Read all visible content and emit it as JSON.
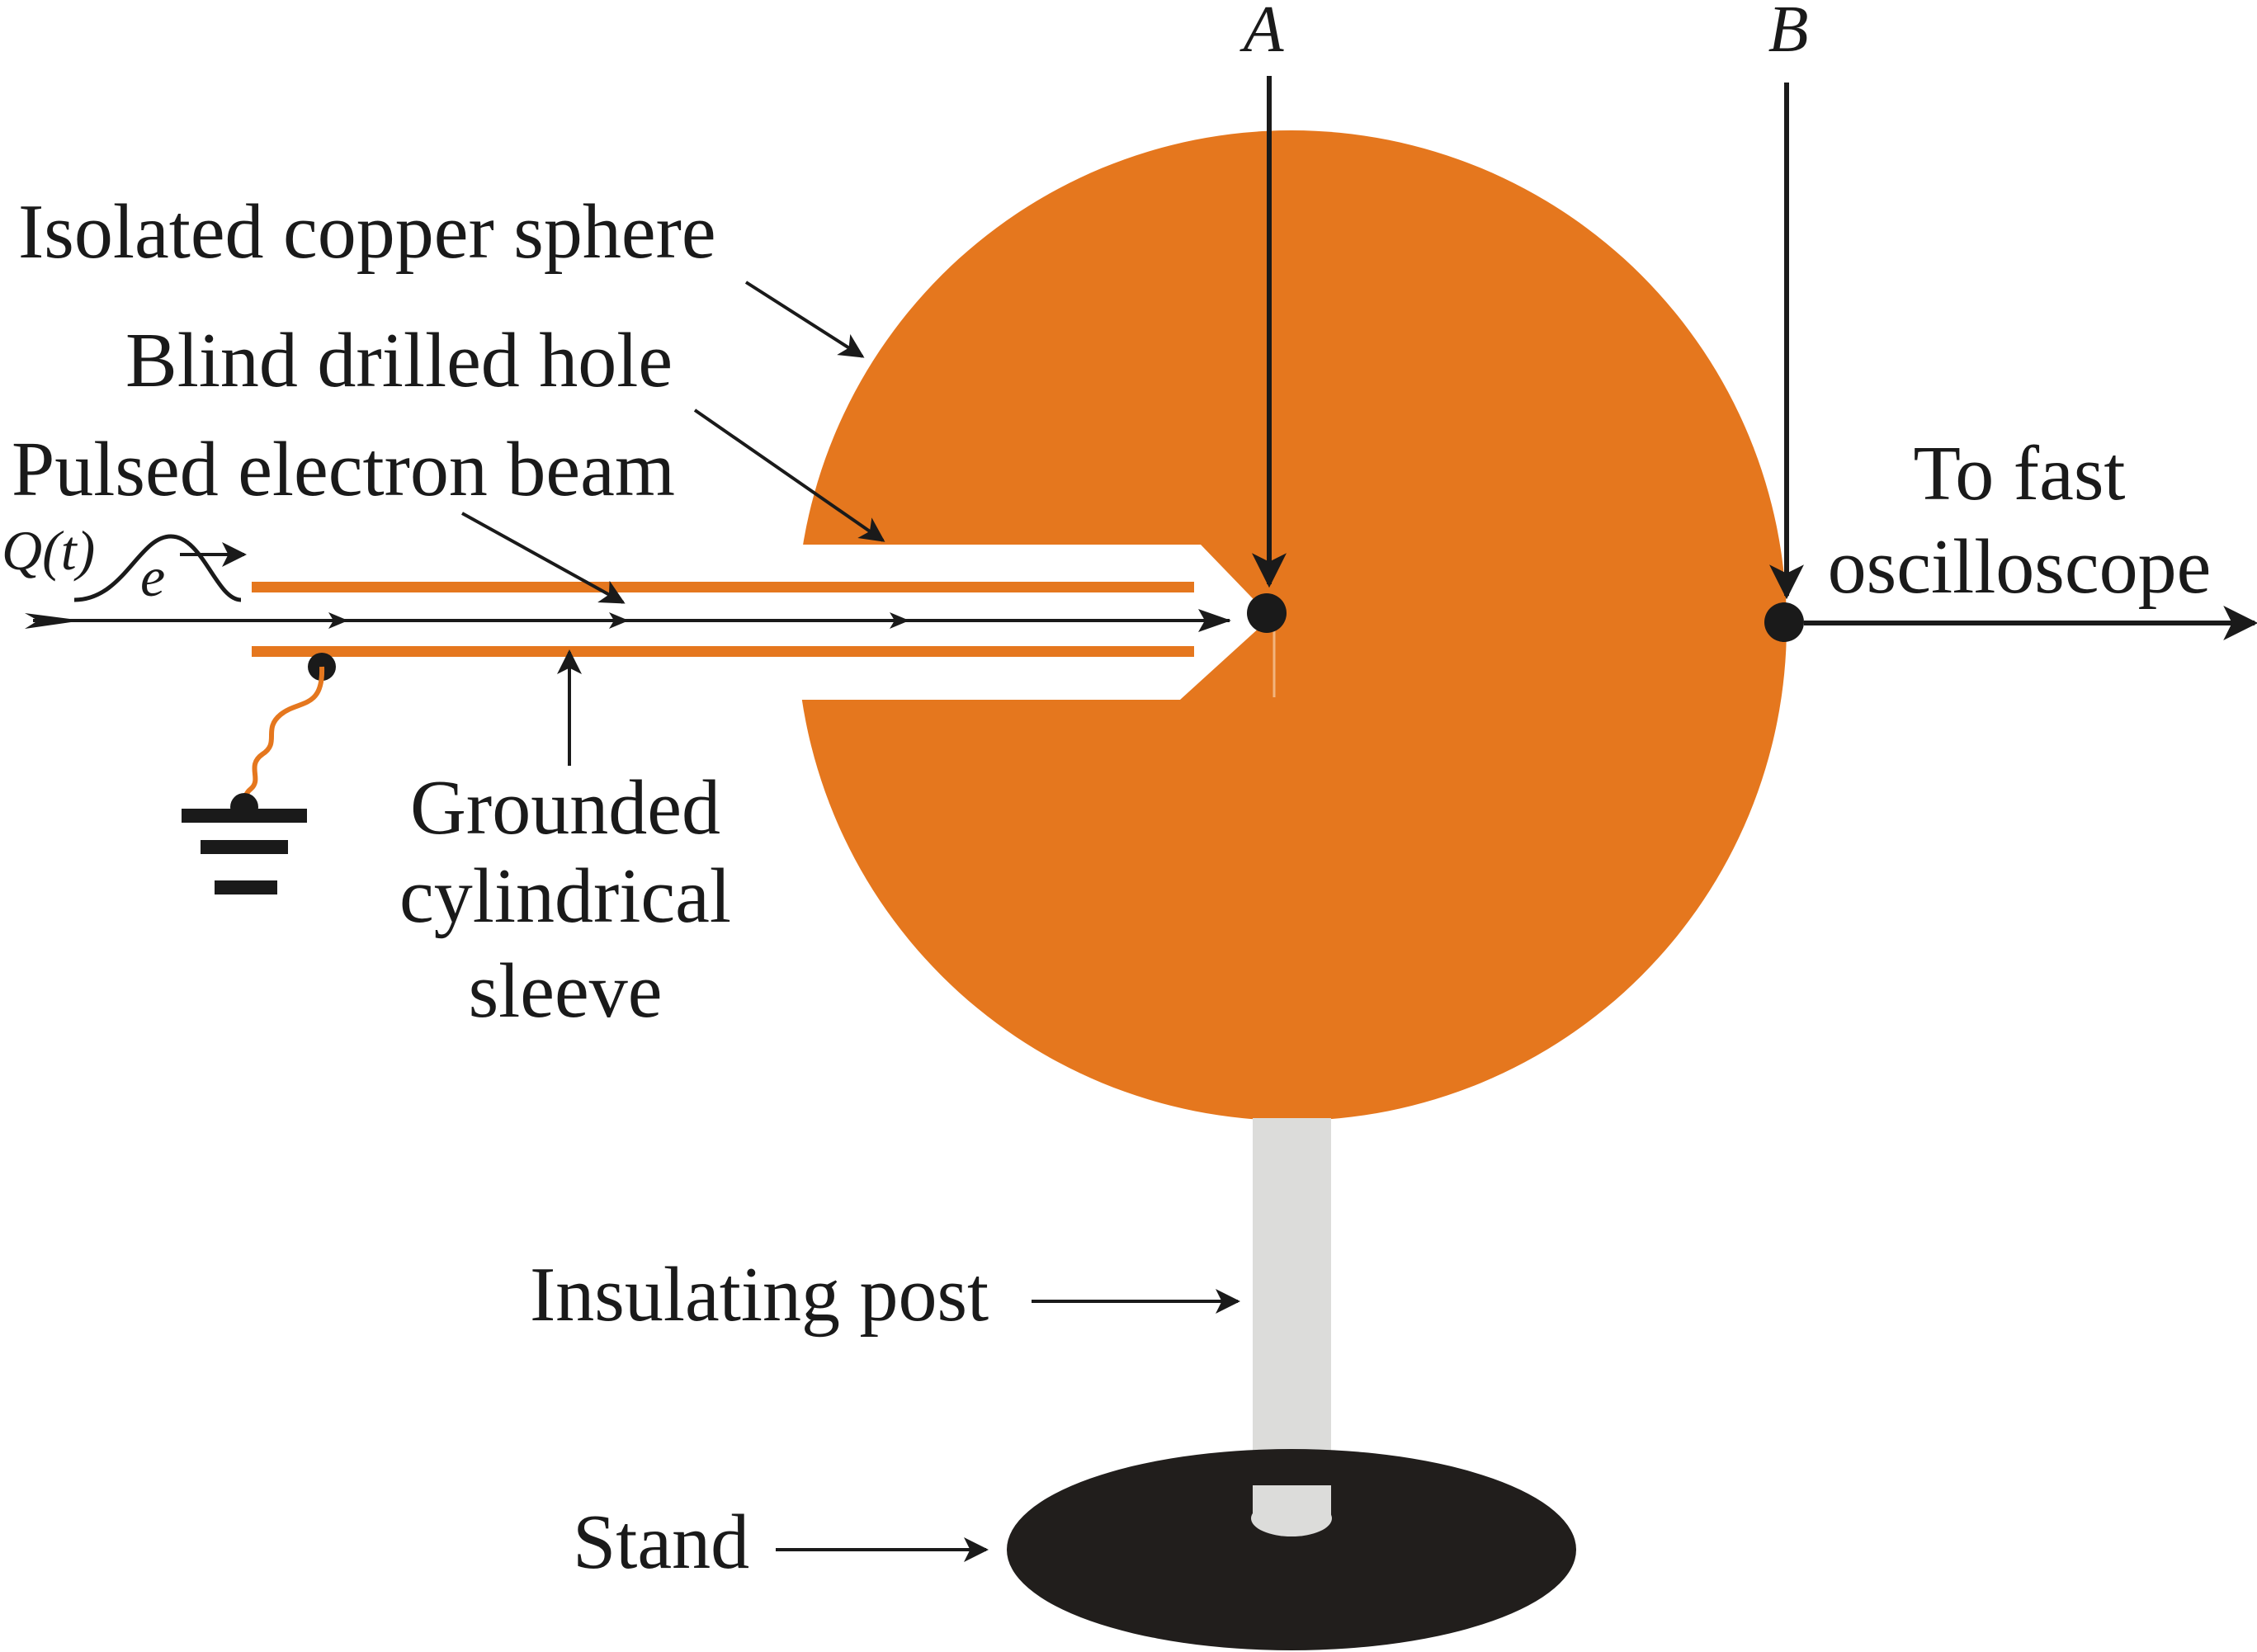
{
  "labels": {
    "isolated_sphere": "Isolated copper sphere",
    "blind_hole": "Blind drilled hole",
    "pulsed_beam": "Pulsed electron beam",
    "charge": "Q(t)",
    "electron": "e",
    "grounded_line1": "Grounded",
    "grounded_line2": "cylindrical",
    "grounded_line3": "sleeve",
    "point_a": "A",
    "point_b": "B",
    "scope_line1": "To fast",
    "scope_line2": "oscilloscope",
    "insulating_post": "Insulating post",
    "stand": "Stand"
  },
  "colors": {
    "copper": "#E5771E",
    "ink": "#1A1A1A",
    "post": "#DCDCDA",
    "background": "#FFFFFF"
  },
  "icons": {
    "ground": "ground-symbol-icon",
    "probe_point": "probe-dot-icon"
  }
}
